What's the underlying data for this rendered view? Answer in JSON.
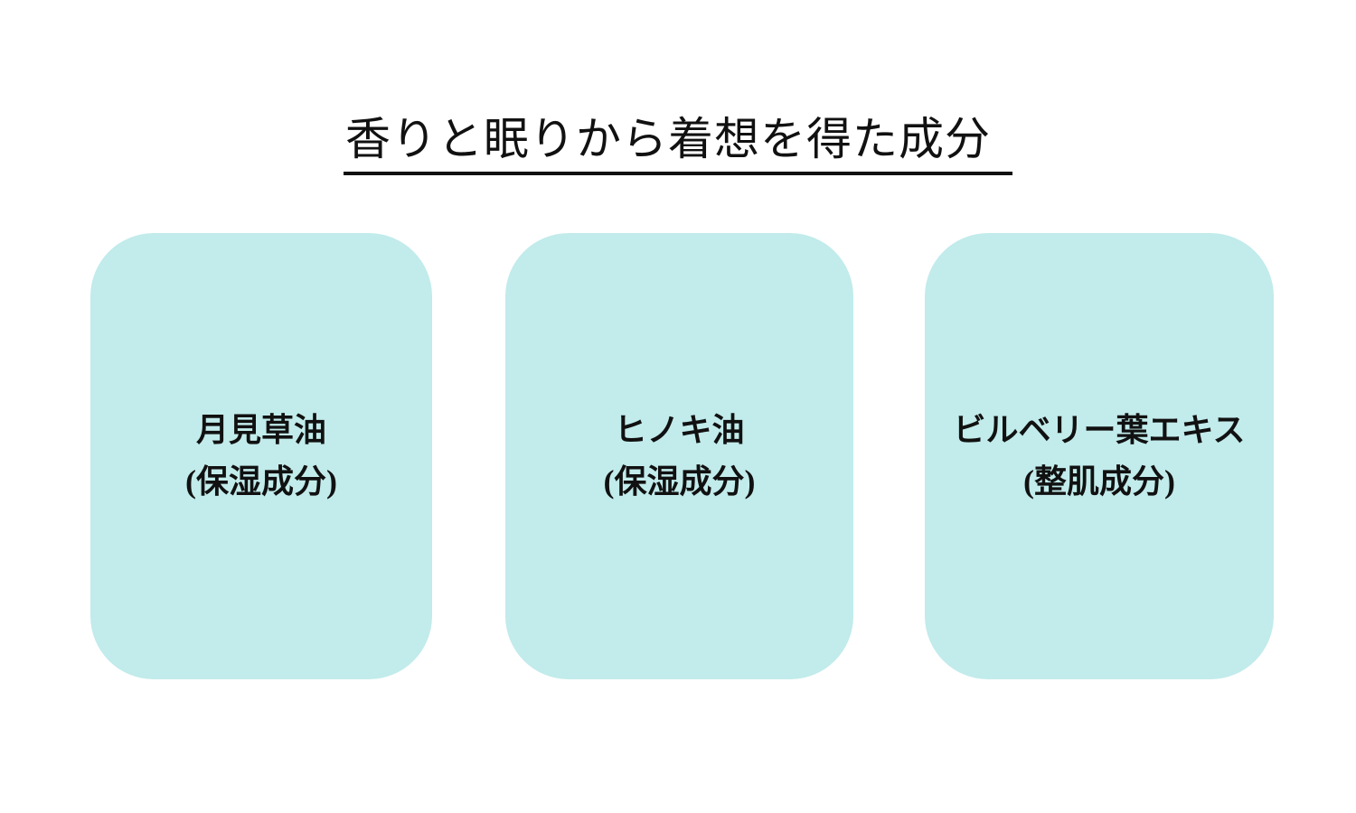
{
  "title": "香りと眠りから着想を得た成分",
  "cards": [
    {
      "name": "月見草油",
      "note": "(保湿成分)"
    },
    {
      "name": "ヒノキ油",
      "note": "(保湿成分)"
    },
    {
      "name": "ビルベリー葉エキス",
      "note": "(整肌成分)"
    }
  ],
  "colors": {
    "page_background": "#FFFFFF",
    "card_background": "#C2EBEB",
    "text_color": "#111111",
    "underline_color": "#111111"
  }
}
